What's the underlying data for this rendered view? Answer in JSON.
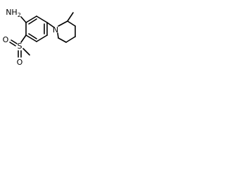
{
  "structure": {
    "labels": {
      "amine": "NH2",
      "amine_main": "NH",
      "amine_sub": "2",
      "nitrogen": "N",
      "sulfur": "S",
      "oxygen_top": "O",
      "oxygen_bottom": "O"
    }
  },
  "colors": {
    "bond": "#000000",
    "label": "#000000",
    "background": "#ffffff"
  }
}
